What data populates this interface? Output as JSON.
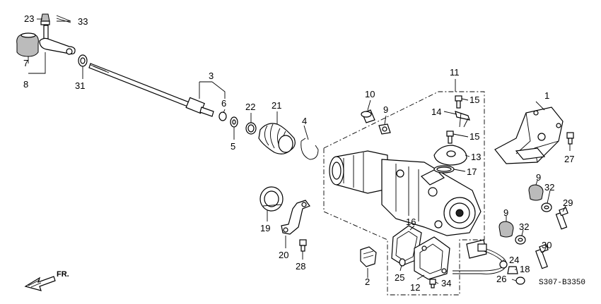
{
  "diagram": {
    "code": "S307-B3350",
    "direction_label": "FR.",
    "callouts": {
      "c1": "1",
      "c2": "2",
      "c3": "3",
      "c4": "4",
      "c5": "5",
      "c6": "6",
      "c7": "7",
      "c8": "8",
      "c9a": "9",
      "c9b": "9",
      "c9c": "9",
      "c10": "10",
      "c11": "11",
      "c12": "12",
      "c13": "13",
      "c14": "14",
      "c15a": "15",
      "c15b": "15",
      "c16": "16",
      "c17": "17",
      "c18": "18",
      "c19": "19",
      "c20": "20",
      "c21": "21",
      "c22": "22",
      "c23": "23",
      "c24": "24",
      "c25": "25",
      "c26": "26",
      "c27": "27",
      "c28": "28",
      "c29": "29",
      "c30": "30",
      "c31": "31",
      "c32a": "32",
      "c32b": "32",
      "c33": "33",
      "c34": "34"
    }
  }
}
